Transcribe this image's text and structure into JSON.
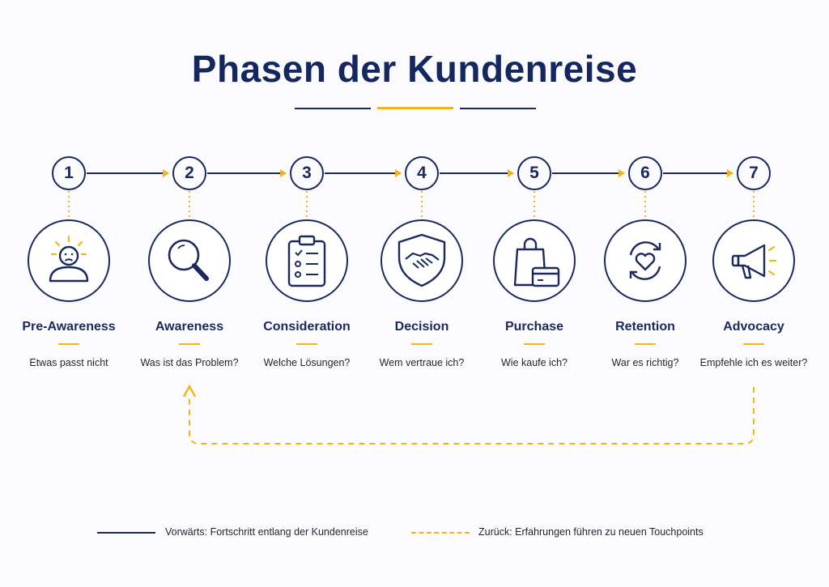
{
  "title": "Phasen der Kundenreise",
  "colors": {
    "navy": "#1b2a5e",
    "gold": "#f0b51c",
    "background": "#fbfbfd"
  },
  "stages": [
    {
      "number": "1",
      "label": "Pre-Awareness",
      "question": "Etwas passt nicht",
      "icon": "confused-person-icon"
    },
    {
      "number": "2",
      "label": "Awareness",
      "question": "Was ist das Problem?",
      "icon": "magnifier-icon"
    },
    {
      "number": "3",
      "label": "Consideration",
      "question": "Welche Lösungen?",
      "icon": "checklist-clipboard-icon"
    },
    {
      "number": "4",
      "label": "Decision",
      "question": "Wem vertraue ich?",
      "icon": "handshake-shield-icon"
    },
    {
      "number": "5",
      "label": "Purchase",
      "question": "Wie kaufe ich?",
      "icon": "shopping-bag-card-icon"
    },
    {
      "number": "6",
      "label": "Retention",
      "question": "War es richtig?",
      "icon": "heart-cycle-icon"
    },
    {
      "number": "7",
      "label": "Advocacy",
      "question": "Empfehle ich es weiter?",
      "icon": "megaphone-icon"
    }
  ],
  "feedback_loop": {
    "from_stage": "7",
    "to_stage": "2"
  },
  "legend": {
    "forward": "Vorwärts: Fortschritt entlang der Kundenreise",
    "back": "Zurück: Erfahrungen führen zu neuen Touchpoints"
  }
}
